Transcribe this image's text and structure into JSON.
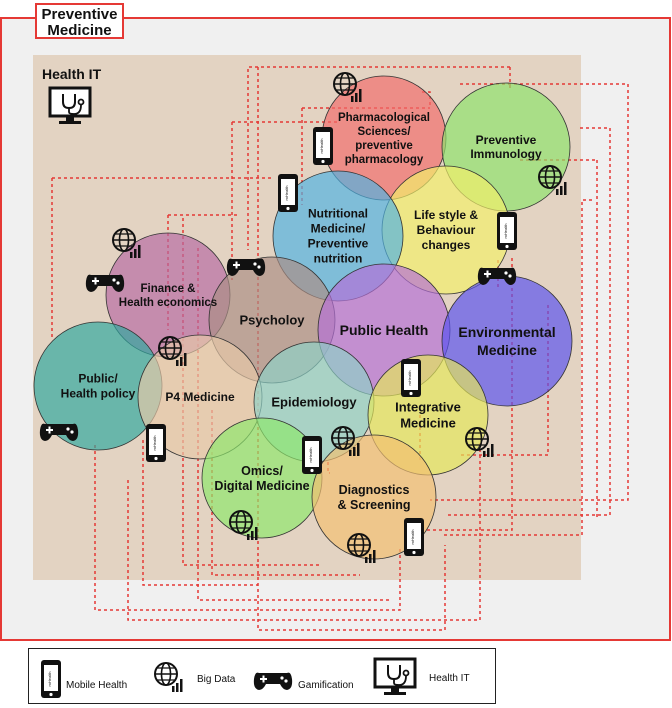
{
  "outer_frame": {
    "title_line1": "Preventive",
    "title_line2": "Medicine",
    "color": "#e53935"
  },
  "inner_frame": {
    "title": "Health IT",
    "background": "#e3d3c2"
  },
  "circles": [
    {
      "key": "pharmacological",
      "lines": [
        "Pharmacological",
        "Sciences/",
        "preventive",
        "pharmacology"
      ],
      "color": "#f26b6b"
    },
    {
      "key": "preventive-immunology",
      "lines": [
        "Preventive",
        "Immunology"
      ],
      "color": "#8ee36b"
    },
    {
      "key": "lifestyle",
      "lines": [
        "Life style &",
        "Behaviour",
        "changes"
      ],
      "color": "#f3f06a"
    },
    {
      "key": "nutritional",
      "lines": [
        "Nutritional",
        "Medicine/",
        "Preventive",
        "nutrition"
      ],
      "color": "#4fb3e3"
    },
    {
      "key": "finance",
      "lines": [
        "Finance &",
        "Health economics"
      ],
      "color": "#b76aa4"
    },
    {
      "key": "psycholoy",
      "lines": [
        "Psycholoy"
      ],
      "color": "#ab8d85"
    },
    {
      "key": "public-health",
      "lines": [
        "Public Health"
      ],
      "color": "#b46ed7"
    },
    {
      "key": "environmental",
      "lines": [
        "Environmental",
        "Medicine"
      ],
      "color": "#5851f0"
    },
    {
      "key": "public-policy",
      "lines": [
        "Public/",
        "Health policy"
      ],
      "color": "#2fa89f"
    },
    {
      "key": "p4",
      "lines": [
        "P4 Medicine"
      ],
      "color": "#e8c9a8"
    },
    {
      "key": "epidemiology",
      "lines": [
        "Epidemiology"
      ],
      "color": "#8ed1c7"
    },
    {
      "key": "integrative",
      "lines": [
        "Integrative",
        "Medicine"
      ],
      "color": "#e4e85a"
    },
    {
      "key": "omics",
      "lines": [
        "Omics/",
        "Digital Medicine"
      ],
      "color": "#8ee86b"
    },
    {
      "key": "diagnostics",
      "lines": [
        "Diagnostics",
        "& Screening"
      ],
      "color": "#f3c071"
    }
  ],
  "icon_colors": {
    "line": "#e53935",
    "text": "#111111"
  },
  "phone_label": "mHealth",
  "legend": {
    "mobile_health": "Mobile Health",
    "big_data": "Big Data",
    "gamification": "Gamification",
    "health_it": "Health  IT"
  }
}
